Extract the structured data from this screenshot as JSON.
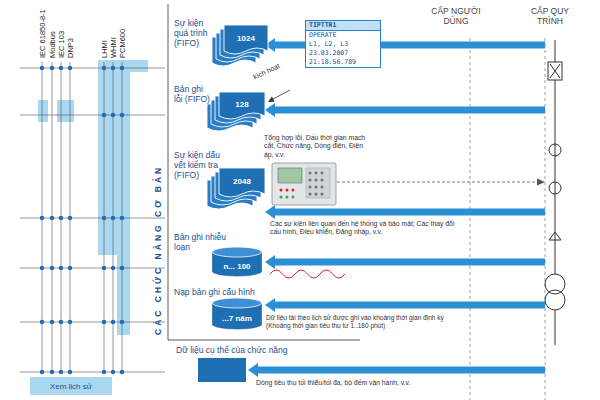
{
  "diagram": {
    "nodes": [
      {
        "text": [
          "1024"
        ]
      },
      {
        "text": [
          "TIPTTR1",
          "OPERATE",
          "L1, L2, L3",
          "23.03.2007",
          "21:18:56.789"
        ]
      },
      {
        "text": [
          "128"
        ]
      },
      {
        "text": [
          "2048"
        ]
      },
      {
        "text": [
          "n... 100"
        ]
      },
      {
        "text": [
          "...7 năm"
        ]
      },
      {
        "text": [
          "Xem lịch sử"
        ]
      }
    ],
    "labels": [
      "IEC 61850-8-1",
      "Modbus",
      "IEC 103",
      "DNP3",
      "LHMI",
      "WHMI",
      "PCM600",
      "CÁC CHỨC NĂNG CƠ BẢN",
      "CẤP NGƯỜI DÙNG",
      "CẤP QUY TRÌNH",
      "Sự kiện quá trình (FIFO)",
      "Bản ghi lỗi (FIFO)",
      "kích hoạt",
      "Tổng hợp lỗi, Dấu thời gian mạch cắt, Chức năng, Dòng điện, Điện áp, v.v.",
      "Sự kiện dấu vết kiểm tra (FIFO)",
      "Các sự kiện liên quan đến hệ thống và bảo mật; Các thay đổi cấu hình, Điều khiển, Đăng nhập, v.v.",
      "Bản ghi nhiễu loạn",
      "Nạp bản ghi cấu hình",
      "Dữ liệu tải theo lịch sử được ghi vào khoảng thời gian định kỳ (Khoảng thời gian tiêu thụ từ 1..180 phút)",
      "Dữ liệu cụ thể của chức năng",
      "Dòng tiêu thụ tối thiểu/tối đa, bộ đếm vận hành, v.v."
    ]
  }
}
